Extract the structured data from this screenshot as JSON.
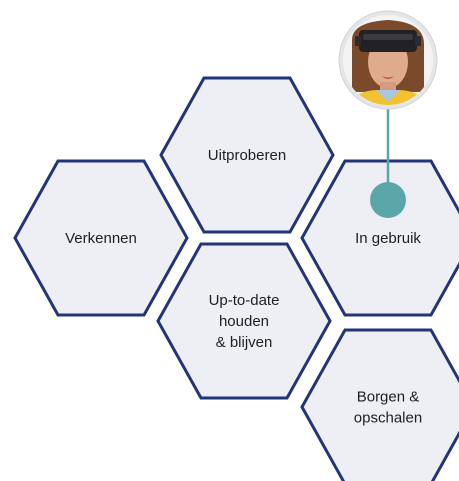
{
  "diagram": {
    "accent_color": "#5aa6a8",
    "hex_fill": "#eeeff5",
    "hex_stroke": "#23357a",
    "avatar_icon": "vr-headset-person",
    "hexagons": [
      {
        "id": "uitproberen",
        "lines": [
          "Uitproberen"
        ]
      },
      {
        "id": "verkennen",
        "lines": [
          "Verkennen"
        ]
      },
      {
        "id": "in-gebruik",
        "lines": [
          "In gebruik"
        ]
      },
      {
        "id": "up-to-date",
        "lines": [
          "Up-to-date",
          "houden",
          "& blijven"
        ]
      },
      {
        "id": "borgen",
        "lines": [
          "Borgen &",
          "opschalen"
        ]
      }
    ]
  }
}
